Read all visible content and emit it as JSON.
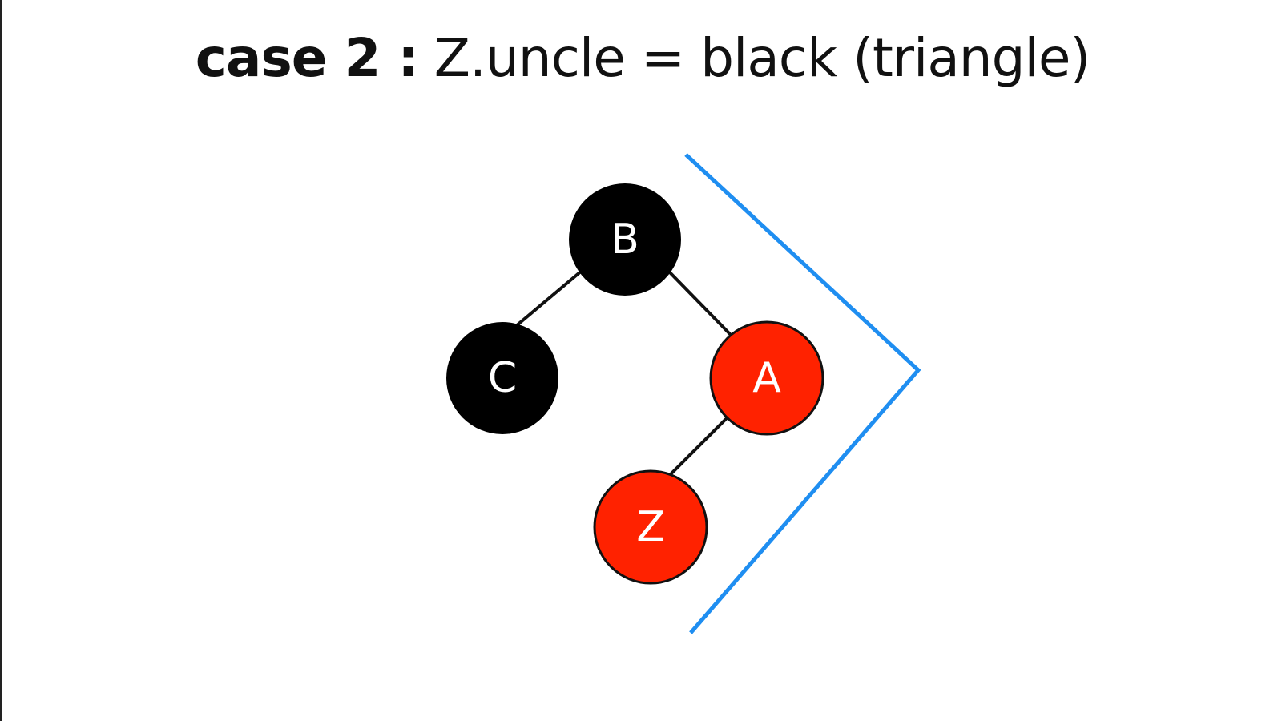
{
  "title": {
    "bold": "case 2 :",
    "rest": "Z.uncle = black (triangle)"
  },
  "tree": {
    "nodes": [
      {
        "id": "B",
        "label": "B",
        "color": "#000000"
      },
      {
        "id": "C",
        "label": "C",
        "color": "#000000"
      },
      {
        "id": "A",
        "label": "A",
        "color": "#ff2200"
      },
      {
        "id": "Z",
        "label": "Z",
        "color": "#ff2200"
      }
    ],
    "edges": [
      {
        "from": "B",
        "to": "C"
      },
      {
        "from": "B",
        "to": "A"
      },
      {
        "from": "A",
        "to": "Z"
      }
    ]
  },
  "colors": {
    "black_node": "#000000",
    "red_node": "#ff2200",
    "edge": "#111111",
    "triangle_marker": "#1f8ef1",
    "label": "#ffffff"
  },
  "marker": {
    "shape": "chevron-right",
    "meaning": "triangle"
  }
}
